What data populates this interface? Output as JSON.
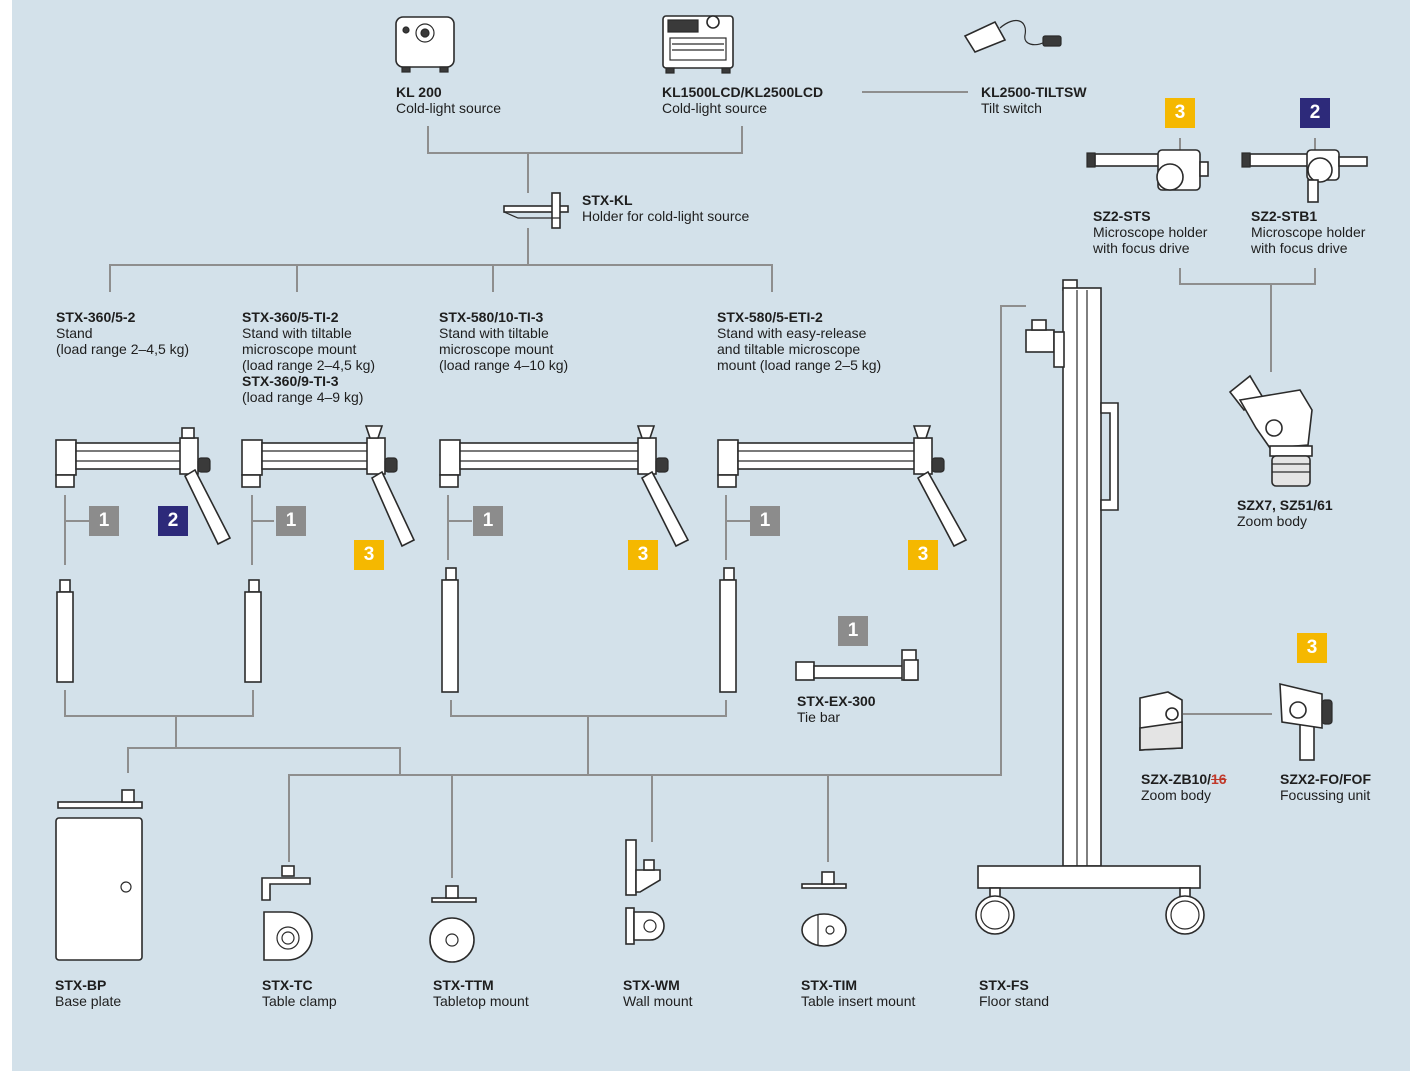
{
  "products": {
    "kl200": {
      "code": "KL 200",
      "desc": "Cold-light source"
    },
    "kl1500": {
      "code": "KL1500LCD/KL2500LCD",
      "desc": "Cold-light source"
    },
    "kl2500tilt": {
      "code": "KL2500-TILTSW",
      "desc": "Tilt switch"
    },
    "stxkl": {
      "code": "STX-KL",
      "desc": "Holder for cold-light source"
    },
    "sz2sts": {
      "code": "SZ2-STS",
      "desc1": "Microscope holder",
      "desc2": "with focus drive"
    },
    "sz2stb1": {
      "code": "SZ2-STB1",
      "desc1": "Microscope holder",
      "desc2": "with focus drive"
    },
    "stx360_52": {
      "code": "STX-360/5-2",
      "desc1": "Stand",
      "desc2": "(load range 2–4,5 kg)"
    },
    "stx360_5ti": {
      "code": "STX-360/5-TI-2",
      "desc1": "Stand with tiltable",
      "desc2": "microscope mount",
      "desc3": "(load range 2–4,5 kg)",
      "code2": "STX-360/9-TI-3",
      "desc4": "(load range 4–9 kg)"
    },
    "stx580_10": {
      "code": "STX-580/10-TI-3",
      "desc1": "Stand with tiltable",
      "desc2": "microscope mount",
      "desc3": "(load range 4–10 kg)"
    },
    "stx580_5": {
      "code": "STX-580/5-ETI-2",
      "desc1": "Stand with easy-release",
      "desc2": "and tiltable microscope",
      "desc3": "mount (load range 2–5 kg)"
    },
    "szx7": {
      "code": "SZX7, SZ51/61",
      "desc": "Zoom body"
    },
    "stxex": {
      "code": "STX-EX-300",
      "desc": "Tie bar"
    },
    "szxzb10": {
      "code": "SZX-ZB10/",
      "code_struck": "16",
      "desc": "Zoom body"
    },
    "szx2fo": {
      "code": "SZX2-FO/FOF",
      "desc": "Focussing unit"
    },
    "stxbp": {
      "code": "STX-BP",
      "desc": "Base plate"
    },
    "stxtc": {
      "code": "STX-TC",
      "desc": "Table clamp"
    },
    "stxttm": {
      "code": "STX-TTM",
      "desc": "Tabletop mount"
    },
    "stxwm": {
      "code": "STX-WM",
      "desc": "Wall mount"
    },
    "stxtim": {
      "code": "STX-TIM",
      "desc": "Table insert mount"
    },
    "stxfs": {
      "code": "STX-FS",
      "desc": "Floor stand"
    }
  },
  "badges": {
    "one": "1",
    "two": "2",
    "three": "3"
  },
  "colors": {
    "background": "#d3e1ea",
    "connector": "#8e8e8e",
    "badge_1": "#8c8c8c",
    "badge_2": "#2d2a7a",
    "badge_3": "#f5b800"
  }
}
